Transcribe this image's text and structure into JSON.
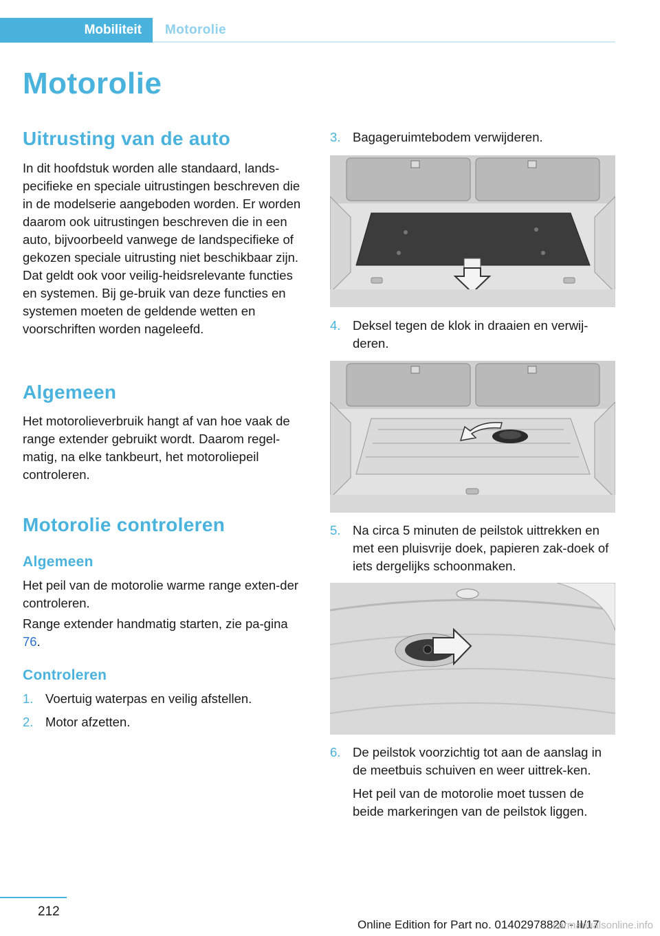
{
  "header": {
    "active_tab": "Mobiliteit",
    "inactive_tab": "Motorolie"
  },
  "page_title": "Motorolie",
  "sections": {
    "uitrusting": {
      "heading": "Uitrusting van de auto",
      "text": "In dit hoofdstuk worden alle standaard, lands-pecifieke en speciale uitrustingen beschreven die in de modelserie aangeboden worden. Er worden daarom ook uitrustingen beschreven die in een auto, bijvoorbeeld vanwege de landspecifieke of gekozen speciale uitrusting niet beschikbaar zijn. Dat geldt ook voor veilig-heidsrelevante functies en systemen. Bij ge-bruik van deze functies en systemen moeten de geldende wetten en voorschriften worden nageleefd."
    },
    "algemeen": {
      "heading": "Algemeen",
      "text": "Het motorolieverbruik hangt af van hoe vaak de range extender gebruikt wordt. Daarom regel-matig, na elke tankbeurt, het motoroliepeil controleren."
    },
    "controleren": {
      "heading": "Motorolie controleren",
      "sub_algemeen": "Algemeen",
      "text1": "Het peil van de motorolie warme range exten-der controleren.",
      "text2_before": "Range extender handmatig starten, zie pa-gina ",
      "text2_link": "76",
      "text2_after": ".",
      "sub_controleren": "Controleren"
    }
  },
  "steps": [
    {
      "num": "1.",
      "text": "Voertuig waterpas en veilig afstellen."
    },
    {
      "num": "2.",
      "text": "Motor afzetten."
    },
    {
      "num": "3.",
      "text": "Bagageruimtebodem verwijderen."
    },
    {
      "num": "4.",
      "text": "Deksel tegen de klok in draaien en verwij-deren."
    },
    {
      "num": "5.",
      "text": "Na circa 5 minuten de peilstok uittrekken en met een pluisvrije doek, papieren zak-doek of iets dergelijks schoonmaken."
    },
    {
      "num": "6.",
      "text": "De peilstok voorzichtig tot aan de aanslag in de meetbuis schuiven en weer uittrek-ken.",
      "sub": "Het peil van de motorolie moet tussen de beide markeringen van de peilstok liggen."
    }
  ],
  "footer": {
    "page_number": "212",
    "edition": "Online Edition for Part no. 01402978820 - II/17",
    "watermark": "carmanualsonline.info"
  }
}
